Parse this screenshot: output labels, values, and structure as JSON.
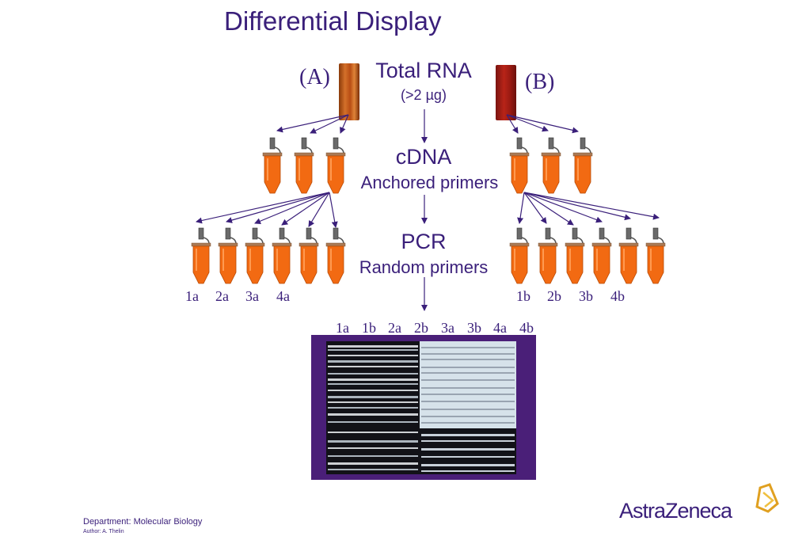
{
  "title": "Differential Display",
  "samples": {
    "a": "(A)",
    "b": "(B)"
  },
  "steps": {
    "rna": {
      "title": "Total RNA",
      "sub": "(>2 µg)"
    },
    "cdna": {
      "title": "cDNA",
      "sub": "Anchored primers"
    },
    "pcr": {
      "title": "PCR",
      "sub": "Random primers"
    }
  },
  "tube_labels_a": [
    "1a",
    "2a",
    "3a",
    "4a"
  ],
  "tube_labels_b": [
    "1b",
    "2b",
    "3b",
    "4b"
  ],
  "gel_lanes": [
    "1a",
    "1b",
    "2a",
    "2b",
    "3a",
    "3b",
    "4a",
    "4b"
  ],
  "footer": {
    "department": "Department: Molecular Biology",
    "author": "Author: A. Thelin"
  },
  "logo": "AstraZeneca",
  "colors": {
    "text": "#3a1f7a",
    "tube": "#f26a12",
    "gel_frame": "#4a1f78"
  }
}
